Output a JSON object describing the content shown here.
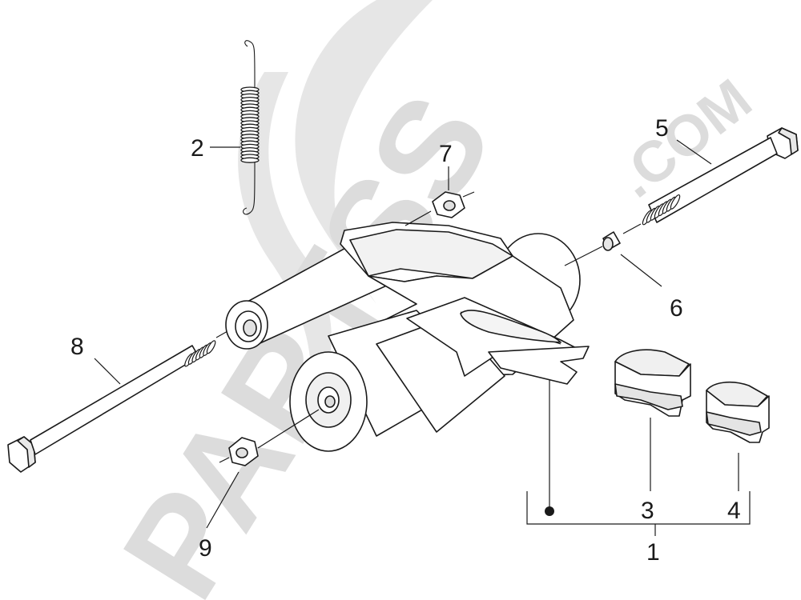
{
  "watermark": {
    "brand": "PARTSS",
    "domain": ".COM"
  },
  "callouts": {
    "c1": "1",
    "c2": "2",
    "c3": "3",
    "c4": "4",
    "c5": "5",
    "c6": "6",
    "c7": "7",
    "c8": "8",
    "c9": "9"
  },
  "colors": {
    "line": "#1a1a1a",
    "shade_light": "#f2f2f2",
    "shade_mid": "#e2e2e2",
    "shade_dark": "#cfcfcf",
    "watermark": "#dcdcdc"
  }
}
